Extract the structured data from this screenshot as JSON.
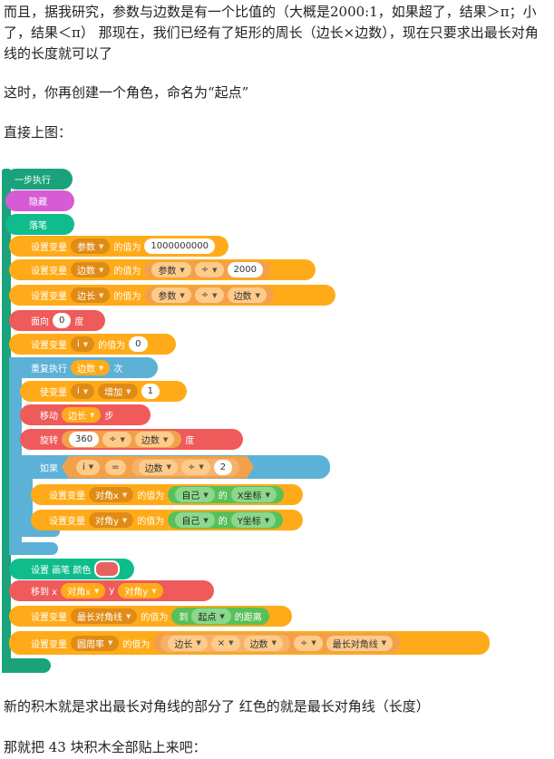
{
  "text": {
    "intro": "而且，据我研究，参数与边数是有一个比值的（大概是2000:1，如果超了，结果＞π；小了，结果＜π） 那现在，我们已经有了矩形的周长（边长×边数），现在只要求出最长对角线的长度就可以了",
    "role": "这时，你再创建一个角色，命名为“起点”",
    "direct": "直接上图：",
    "new_blocks": "新的积木就是求出最长对角线的部分了 红色的就是最长对角线（长度）",
    "paste": "那就把 43 块积木全部贴上来吧："
  },
  "colors": {
    "control": "#34b887",
    "looks": "#d65cd6",
    "pen": "#0fbd8c",
    "variable": "#ffab19",
    "variable_dark": "#ff8c1a",
    "motion": "#ef5a5a",
    "repeat": "#5cb1d6",
    "sensing": "#59c059",
    "operator": "#f2a14a",
    "pen_swatch": "#e76161"
  },
  "script": {
    "hat": "一步执行",
    "hide": "隐藏",
    "pen_down": "落笔",
    "set_var_1": {
      "label": "设置变量",
      "var": "参数",
      "of": "的值为",
      "value": "1000000000"
    },
    "set_var_2": {
      "label": "设置变量",
      "var": "边数",
      "of": "的值为",
      "left": "参数",
      "op": "÷",
      "right": "2000"
    },
    "set_var_3": {
      "label": "设置变量",
      "var": "边长",
      "of": "的值为",
      "left": "参数",
      "op": "÷",
      "right": "边数"
    },
    "point": {
      "label": "面向",
      "value": "0",
      "unit": "度"
    },
    "set_i": {
      "label": "设置变量",
      "var": "i",
      "of": "的值为",
      "value": "0"
    },
    "repeat": {
      "label": "重复执行",
      "count": "边数",
      "unit": "次"
    },
    "change_i": {
      "label": "使变量",
      "var": "i",
      "op": "增加",
      "value": "1"
    },
    "move": {
      "label": "移动",
      "value": "边长",
      "unit": "步"
    },
    "turn": {
      "label": "旋转",
      "left": "360",
      "op": "÷",
      "right": "边数",
      "unit": "度"
    },
    "if": {
      "label": "如果",
      "left": "i",
      "eq": "=",
      "a": "边数",
      "op": "÷",
      "b": "2"
    },
    "set_x": {
      "label": "设置变量",
      "var": "对角x",
      "of": "的值为",
      "src": "自己",
      "de": "的",
      "attr": "X坐标"
    },
    "set_y": {
      "label": "设置变量",
      "var": "对角y",
      "of": "的值为",
      "src": "自己",
      "de": "的",
      "attr": "Y坐标"
    },
    "pen_color": {
      "label": "设置 画笔 颜色"
    },
    "goto": {
      "label": "移到 x",
      "x": "对角x",
      "ylabel": "y",
      "y": "对角y"
    },
    "set_diag": {
      "label": "设置变量",
      "var": "最长对角线",
      "of": "的值为",
      "to": "到",
      "target": "起点",
      "dist": "的距离"
    },
    "set_pi": {
      "label": "设置变量",
      "var": "圆周率",
      "of": "的值为",
      "a": "边长",
      "mul": "×",
      "b": "边数",
      "div": "÷",
      "c": "最长对角线"
    }
  }
}
